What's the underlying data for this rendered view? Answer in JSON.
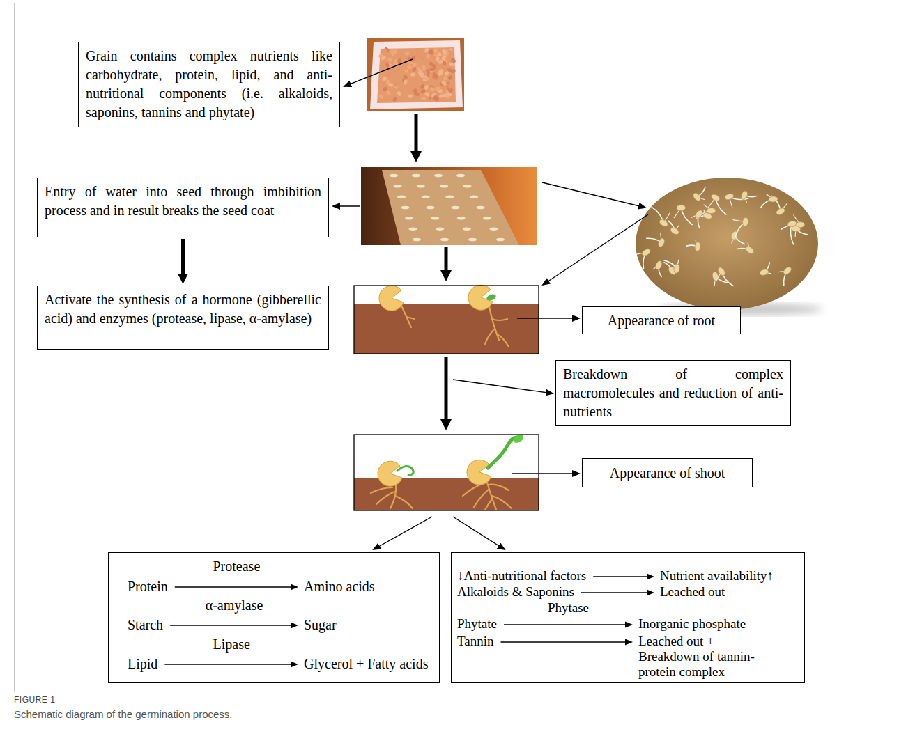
{
  "diagram": {
    "caption": "Schematic diagram of the germination process.",
    "nodes": [
      {
        "text": [
          "Grain contains complex nutrients like carbohydrate, protein, lipid, and anti-nutritional components (i.e. alkaloids, saponins, tannins and phytate)"
        ]
      },
      {
        "text": [
          "Entry of water into seed through imbibition process and in result breaks the seed coat"
        ]
      },
      {
        "text": [
          "Activate the synthesis of a hormone (gibberellic acid) and enzymes (protease, lipase, α-amylase)"
        ]
      },
      {
        "text": [
          "Appearance of root"
        ]
      },
      {
        "text": [
          "Breakdown of complex macromolecules and reduction of anti-nutrients"
        ]
      },
      {
        "text": [
          "Appearance of shoot"
        ]
      },
      {
        "text": [
          "Protease",
          "Protein",
          "Amino acids",
          "α-amylase",
          "Starch",
          "Sugar",
          "Lipase",
          "Lipid",
          "Glycerol + Fatty acids"
        ]
      },
      {
        "text": [
          "↓Anti-nutritional factors",
          "Nutrient availability↑",
          "Alkaloids & Saponins",
          "Leached out",
          "Phytase",
          "Phytate",
          "Inorganic phosphate",
          "Tannin",
          "Leached out + Breakdown of tannin-protein complex"
        ]
      }
    ],
    "edges": [
      {
        "from": 1,
        "to": 2,
        "arrow": "to"
      }
    ],
    "labels": [
      "FIGURE 1"
    ]
  }
}
